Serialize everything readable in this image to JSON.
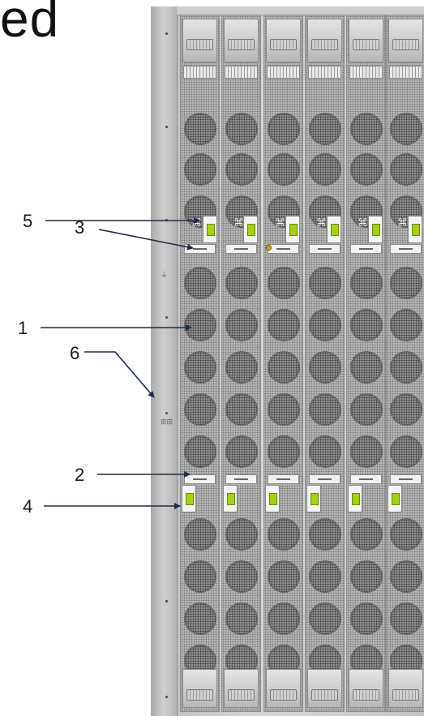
{
  "title_fragment": "ed",
  "callouts": [
    {
      "number": "5"
    },
    {
      "number": "3"
    },
    {
      "number": "1"
    },
    {
      "number": "6"
    },
    {
      "number": "2"
    },
    {
      "number": "4"
    }
  ],
  "colors": {
    "arrow": "#1f2a4d",
    "latch_green": "#a5d10f",
    "led_amber": "#e0a400"
  },
  "blade_count": 6
}
